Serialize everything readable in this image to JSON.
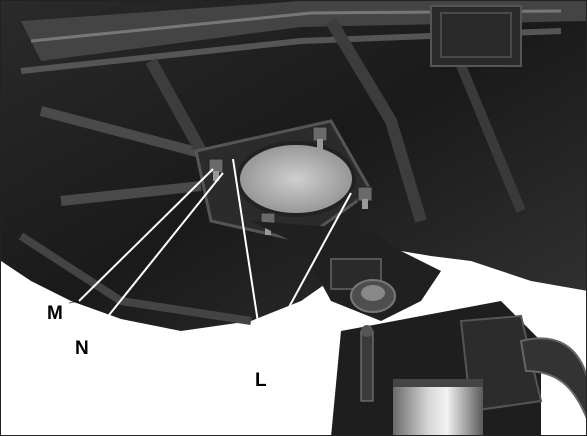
{
  "photo": {
    "subject": "drill-press-table-underside",
    "callouts": [
      {
        "id": "M",
        "label": "M"
      },
      {
        "id": "N",
        "label": "N"
      },
      {
        "id": "L",
        "label": "L"
      }
    ]
  },
  "colors": {
    "background": "#ffffff",
    "metal_dark": "#1c1c1c",
    "metal_mid": "#3a3a3a",
    "metal_highlight": "#8a8a8a",
    "leader_line": "#ffffff"
  }
}
